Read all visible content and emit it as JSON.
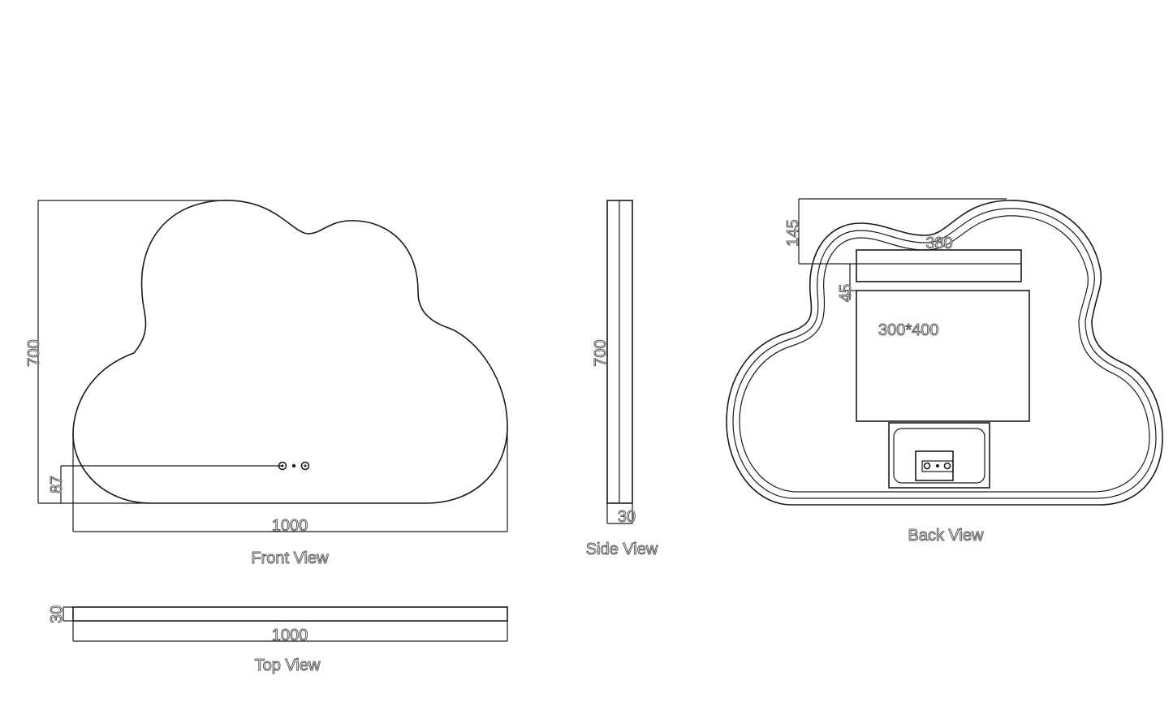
{
  "front_view": {
    "caption": "Front View",
    "height_dim": "700",
    "width_dim": "1000",
    "switch_offset_dim": "87"
  },
  "side_view": {
    "caption": "Side View",
    "height_dim": "700",
    "depth_dim": "30"
  },
  "back_view": {
    "caption": "Back View",
    "top_offset_dim": "145",
    "bracket_width_dim": "380",
    "bracket_gap_dim": "45",
    "box_size_label": "300*400"
  },
  "top_view": {
    "caption": "Top View",
    "depth_dim": "30",
    "width_dim": "1000"
  }
}
